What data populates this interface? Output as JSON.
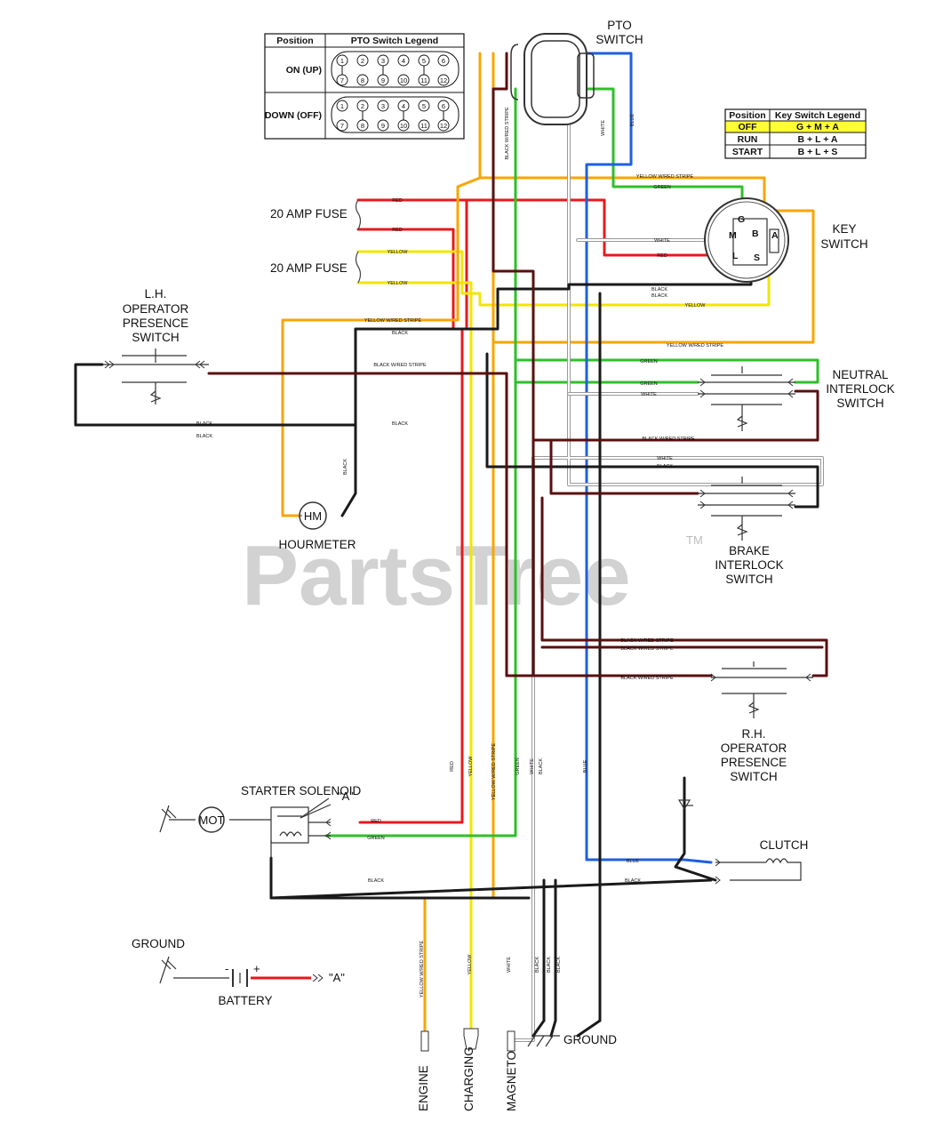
{
  "watermark": {
    "brand": "PartsTree",
    "tm": "TM"
  },
  "pto_legend": {
    "header_position": "Position",
    "header_title": "PTO Switch Legend",
    "rows": [
      {
        "label": "ON (UP)",
        "pins": [
          "1",
          "2",
          "3",
          "4",
          "5",
          "6",
          "7",
          "8",
          "9",
          "10",
          "11",
          "12"
        ]
      },
      {
        "label": "DOWN (OFF)",
        "pins": [
          "1",
          "2",
          "3",
          "4",
          "5",
          "6",
          "7",
          "8",
          "9",
          "10",
          "11",
          "12"
        ]
      }
    ]
  },
  "key_legend": {
    "header_position": "Position",
    "header_title": "Key Switch Legend",
    "highlight_color": "#ffff33",
    "rows": [
      {
        "position": "OFF",
        "contacts": "G + M + A",
        "highlight": true
      },
      {
        "position": "RUN",
        "contacts": "B + L + A",
        "highlight": false
      },
      {
        "position": "START",
        "contacts": "B + L + S",
        "highlight": false
      }
    ]
  },
  "components": {
    "pto_switch": [
      "PTO",
      "SWITCH"
    ],
    "key_switch": [
      "KEY",
      "SWITCH"
    ],
    "fuse_1": "20 AMP FUSE",
    "fuse_2": "20 AMP FUSE",
    "lh_switch": [
      "L.H.",
      "OPERATOR",
      "PRESENCE",
      "SWITCH"
    ],
    "neutral_switch": [
      "NEUTRAL",
      "INTERLOCK",
      "SWITCH"
    ],
    "hourmeter": "HOURMETER",
    "hourmeter_symbol": "HM",
    "brake_switch": [
      "BRAKE",
      "INTERLOCK",
      "SWITCH"
    ],
    "rh_switch": [
      "R.H.",
      "OPERATOR",
      "PRESENCE",
      "SWITCH"
    ],
    "starter_solenoid": "STARTER SOLENOID",
    "solenoid_ref": "\"A\"",
    "motor_symbol": "MOT",
    "clutch": "CLUTCH",
    "ground_left": "GROUND",
    "battery": "BATTERY",
    "battery_ref": "\"A\"",
    "battery_minus": "-",
    "battery_plus": "+",
    "ground_bottom": "GROUND",
    "engine": "ENGINE",
    "charging": "CHARGING",
    "magneto": "MAGNETO",
    "key_terminals": {
      "g": "G",
      "b": "B",
      "m": "M",
      "l": "L",
      "s": "S",
      "a": "A"
    }
  },
  "wire_labels": {
    "red_1": "RED",
    "red_2": "RED",
    "red_key": "RED",
    "yellow_1": "YELLOW",
    "yellow_2": "YELLOW",
    "yellow_key": "YELLOW",
    "yws_top": "YELLOW W/RED STRIPE",
    "green_top": "GREEN",
    "white_key": "WHITE",
    "black_key_1": "BLACK",
    "black_key_2": "BLACK",
    "yws_lh": "YELLOW W/RED STRIPE",
    "black_lh": "BLACK",
    "yws_key_a": "YELLOW W/RED STRIPE",
    "bws_lh": "BLACK W/RED STRIPE",
    "green_n1": "GREEN",
    "green_n2": "GREEN",
    "white_n": "WHITE",
    "black_a": "BLACK",
    "black_b": "BLACK",
    "black_c": "BLACK",
    "bws_n": "BLACK W/RED STRIPE",
    "white_b": "WHITE",
    "black_bb": "BLACK",
    "bws_r1": "BLACK W/RED STRIPE",
    "bws_r2": "BLACK W/RED STRIPE",
    "bws_r3": "BLACK W/RED STRIPE",
    "black_hm": "BLACK",
    "pto_bws": "BLACK W/RED STRIPE",
    "pto_white": "WHITE",
    "pto_blue": "BLUE",
    "v_red": "RED",
    "v_yellow": "YELLOW",
    "v_yws": "YELLOW W/RED STRIPE",
    "v_green": "GREEN",
    "v_white": "WHITE",
    "v_black": "BLACK",
    "v_blue": "BLUE",
    "sol_red": "RED",
    "sol_green": "GREEN",
    "sol_black": "BLACK",
    "clutch_blue": "BLUE",
    "clutch_black": "BLACK",
    "b_yws": "YELLOW W/RED STRIPE",
    "b_yellow": "YELLOW",
    "b_white": "WHITE",
    "b_black1": "BLACK",
    "b_black2": "BLACK",
    "b_black3": "BLACK"
  },
  "wire_colors": {
    "red": "#e8191d",
    "yellow": "#f2e600",
    "yellow_red_stripe": "#f7a600",
    "green": "#2ec02a",
    "blue": "#1f5fe0",
    "black": "#1a1a1a",
    "black_red_stripe": "#5a0f0f",
    "white": "#9a9a9a"
  }
}
